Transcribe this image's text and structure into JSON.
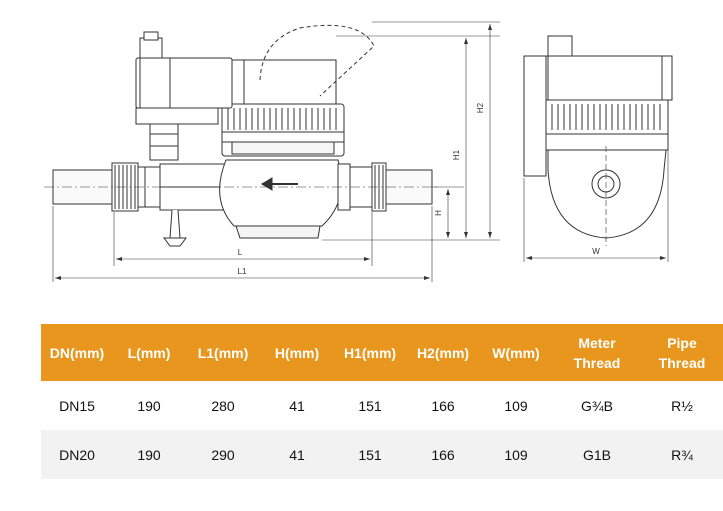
{
  "drawing": {
    "dims": {
      "l": "L",
      "l1": "L1",
      "h": "H",
      "h1": "H1",
      "h2": "H2",
      "w": "W"
    }
  },
  "table": {
    "headers": [
      "DN(mm)",
      "L(mm)",
      "L1(mm)",
      "H(mm)",
      "H1(mm)",
      "H2(mm)",
      "W(mm)",
      [
        "Meter",
        "Thread"
      ],
      [
        "Pipe",
        "Thread"
      ]
    ],
    "rows": [
      [
        "DN15",
        "190",
        "280",
        "41",
        "151",
        "166",
        "109",
        "G¾B",
        "R½"
      ],
      [
        "DN20",
        "190",
        "290",
        "41",
        "151",
        "166",
        "109",
        "G1B",
        "R¾"
      ]
    ],
    "colors": {
      "header_bg": "#e8961e",
      "header_text": "#ffffff",
      "alt_row_bg": "#f2f2f2"
    }
  }
}
